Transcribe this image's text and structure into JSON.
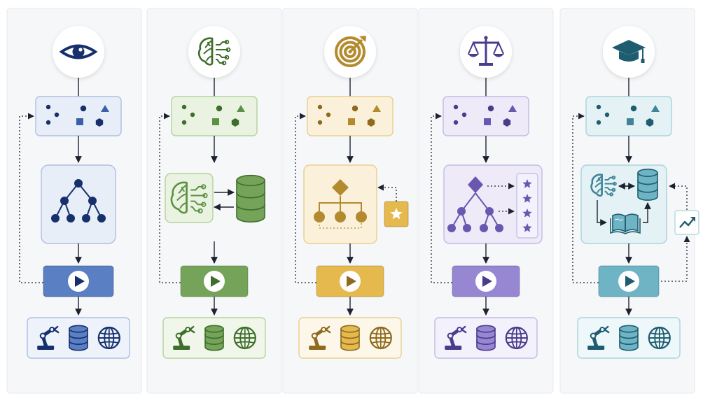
{
  "columns": [
    {
      "id": "perception",
      "header_icon": "eye-icon",
      "inputs": [
        "dots",
        "triangle",
        "square",
        "hexagon"
      ],
      "process_type": "tree",
      "output_icons": [
        "robot-arm-icon",
        "database-icon",
        "globe-icon"
      ],
      "colors": {
        "accent": "#16306e",
        "mid": "#3b5fa8",
        "fill": "#e8eef8",
        "stroke": "#aebfe0",
        "bar": "#5a7fc2",
        "panel": "#eef3fb"
      }
    },
    {
      "id": "learning",
      "header_icon": "brain-circuit-icon",
      "inputs": [
        "dots",
        "triangle",
        "square",
        "hexagon"
      ],
      "process_type": "brain-database",
      "output_icons": [
        "robot-arm-icon",
        "database-icon",
        "globe-icon"
      ],
      "colors": {
        "accent": "#3e6e2b",
        "mid": "#5d9142",
        "fill": "#eaf3e1",
        "stroke": "#b4d39c",
        "bar": "#76a35a",
        "panel": "#f0f6ea"
      }
    },
    {
      "id": "goal",
      "header_icon": "target-icon",
      "inputs": [
        "dots",
        "triangle",
        "square",
        "hexagon"
      ],
      "process_type": "decision-tree-reward",
      "output_icons": [
        "robot-arm-icon",
        "database-icon",
        "globe-icon"
      ],
      "colors": {
        "accent": "#8d6a1d",
        "mid": "#b38a2e",
        "fill": "#fbf1da",
        "stroke": "#e9cf8e",
        "bar": "#e6b94f",
        "panel": "#fdf7ea"
      }
    },
    {
      "id": "ethics",
      "header_icon": "scales-icon",
      "inputs": [
        "dots",
        "triangle",
        "square",
        "hexagon"
      ],
      "process_type": "decision-tree-ratings",
      "output_icons": [
        "robot-arm-icon",
        "database-icon",
        "globe-icon"
      ],
      "colors": {
        "accent": "#4a3b8c",
        "mid": "#6a58b0",
        "fill": "#eeeaf8",
        "stroke": "#c3b9e6",
        "bar": "#9787d2",
        "panel": "#f3f1fb"
      }
    },
    {
      "id": "education",
      "header_icon": "graduation-cap-icon",
      "inputs": [
        "dots",
        "triangle",
        "square",
        "hexagon"
      ],
      "process_type": "brain-database-book",
      "output_icons": [
        "robot-arm-icon",
        "database-icon",
        "globe-icon"
      ],
      "colors": {
        "accent": "#1e5d70",
        "mid": "#3f8597",
        "fill": "#e5f2f5",
        "stroke": "#a9d3dc",
        "bar": "#6fb4c5",
        "panel": "#eef7f9"
      }
    }
  ]
}
